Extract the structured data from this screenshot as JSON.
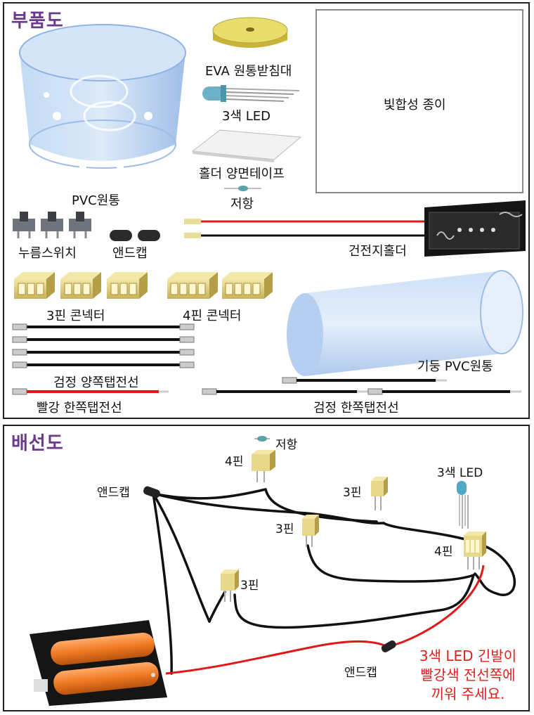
{
  "parts_panel": {
    "title": "부품도",
    "labels": {
      "eva": "EVA 원통받침대",
      "led": "3색 LED",
      "tape": "홀더 양면테이프",
      "resistor": "저항",
      "pvc_cylinder": "PVC원통",
      "paper": "빛합성 종이",
      "push_switch": "누름스위치",
      "end_cap": "앤드캡",
      "battery_holder": "건전지홀더",
      "pin3_connector": "3핀 콘넥터",
      "pin4_connector": "4핀 콘넥터",
      "pillar_pvc": "기둥 PVC원통",
      "black_double_wire": "검정 양쪽탭전선",
      "red_single_wire": "빨강 한쪽탭전선",
      "black_single_wire": "검정 한쪽탭전선"
    }
  },
  "wiring_panel": {
    "title": "배선도",
    "labels": {
      "pin4_top": "4핀",
      "resistor": "저항",
      "led": "3색 LED",
      "pin3_a": "3핀",
      "pin3_b": "3핀",
      "pin3_c": "3핀",
      "pin4_right": "4핀",
      "endcap_top": "앤드캡",
      "endcap_bottom": "앤드캡"
    },
    "note_lines": [
      "3색 LED 긴발이",
      "빨강색 전선쪽에",
      "끼워 주세요."
    ]
  },
  "colors": {
    "title_purple": "#6b3a8c",
    "note_red": "#e0201a",
    "connector_yellow": "#e8d98a",
    "battery_orange": "#f07a22",
    "pvc_blue": "#a9c8ee",
    "wire_red": "#e01818"
  }
}
